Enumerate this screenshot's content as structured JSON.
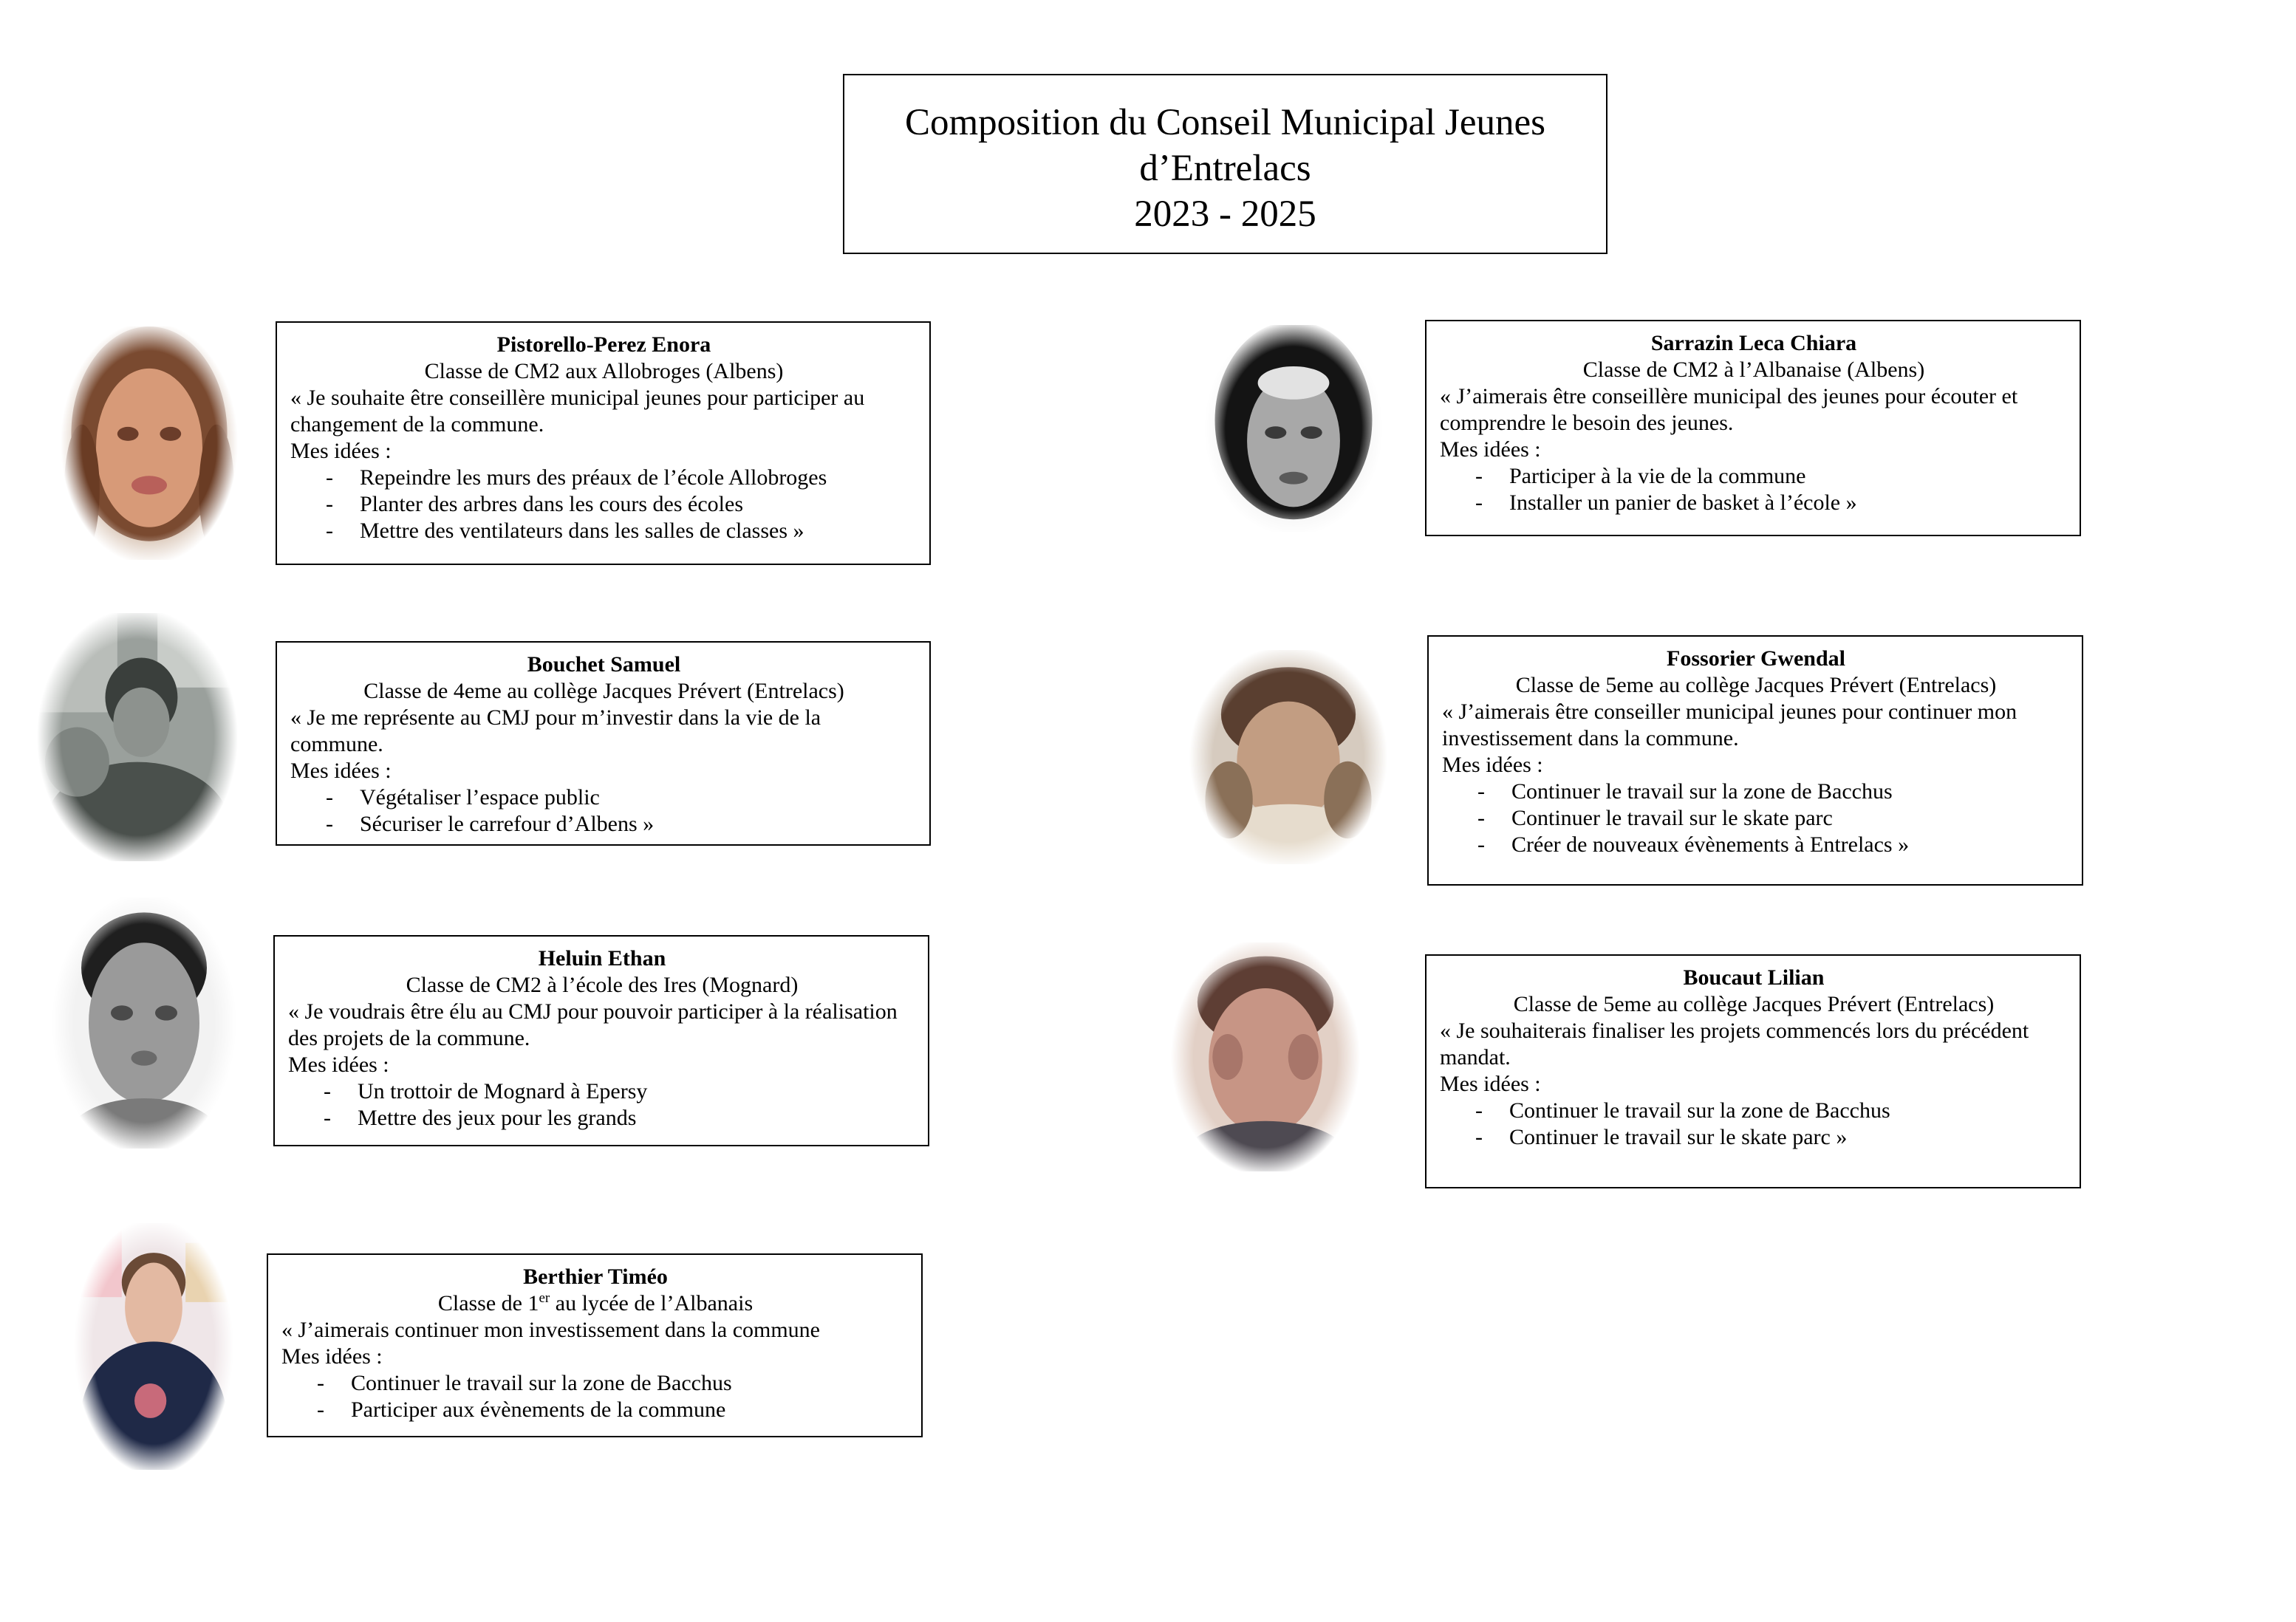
{
  "title": {
    "line1": "Composition du Conseil Municipal Jeunes",
    "line2": "d’Entrelacs",
    "line3": "2023 - 2025"
  },
  "cards": [
    {
      "name": "Pistorello-Perez Enora",
      "classe": "Classe de CM2 aux Allobroges (Albens)",
      "quote": "« Je souhaite être conseillère municipal jeunes pour participer au changement de la commune.",
      "ideas_label": "Mes idées :",
      "ideas": [
        "Repeindre les murs des préaux de l’école Allobroges",
        "Planter des arbres dans les cours des écoles",
        "Mettre des ventilateurs dans les salles de classes »"
      ]
    },
    {
      "name": "Bouchet Samuel",
      "classe": "Classe de 4eme au collège Jacques Prévert (Entrelacs)",
      "quote": "« Je me représente au CMJ pour m’investir dans la vie de la commune.",
      "ideas_label": "Mes idées :",
      "ideas": [
        "Végétaliser l’espace public",
        "Sécuriser le carrefour d’Albens »"
      ]
    },
    {
      "name": "Heluin Ethan",
      "classe": "Classe de CM2 à l’école des Ires (Mognard)",
      "quote": "« Je voudrais être élu au CMJ pour pouvoir participer à la réalisation des projets de la commune.",
      "ideas_label": "Mes idées :",
      "ideas": [
        "Un trottoir de Mognard à Epersy",
        "Mettre des jeux pour les grands"
      ]
    },
    {
      "name": "Berthier Timéo",
      "classe_prefix": "Classe de 1",
      "classe_sup": "er",
      "classe_suffix": " au lycée de l’Albanais",
      "quote": "« J’aimerais continuer mon investissement dans la commune",
      "ideas_label": "Mes idées :",
      "ideas": [
        "Continuer le travail sur la zone de Bacchus",
        "Participer aux évènements de la commune"
      ]
    },
    {
      "name": "Sarrazin Leca Chiara",
      "classe": "Classe de CM2 à l’Albanaise (Albens)",
      "quote": "« J’aimerais être conseillère municipal des jeunes pour écouter et comprendre le besoin des jeunes.",
      "ideas_label": "Mes idées :",
      "ideas": [
        "Participer à la vie de la commune",
        "Installer un panier de basket à l’école »"
      ]
    },
    {
      "name": "Fossorier Gwendal",
      "classe": "Classe de 5eme au collège Jacques Prévert (Entrelacs)",
      "quote": "« J’aimerais être conseiller municipal jeunes pour continuer mon investissement dans la commune.",
      "ideas_label": "Mes idées :",
      "ideas": [
        "Continuer le travail sur la zone de Bacchus",
        "Continuer le travail sur le skate parc",
        "Créer de nouveaux évènements à Entrelacs »"
      ]
    },
    {
      "name": "Boucaut Lilian",
      "classe": "Classe de 5eme au collège Jacques Prévert (Entrelacs)",
      "quote": "« Je souhaiterais finaliser les projets commencés lors du précédent mandat.",
      "ideas_label": "Mes idées :",
      "ideas": [
        "Continuer le travail sur la zone de Bacchus",
        "Continuer le travail sur le skate parc »"
      ]
    }
  ]
}
